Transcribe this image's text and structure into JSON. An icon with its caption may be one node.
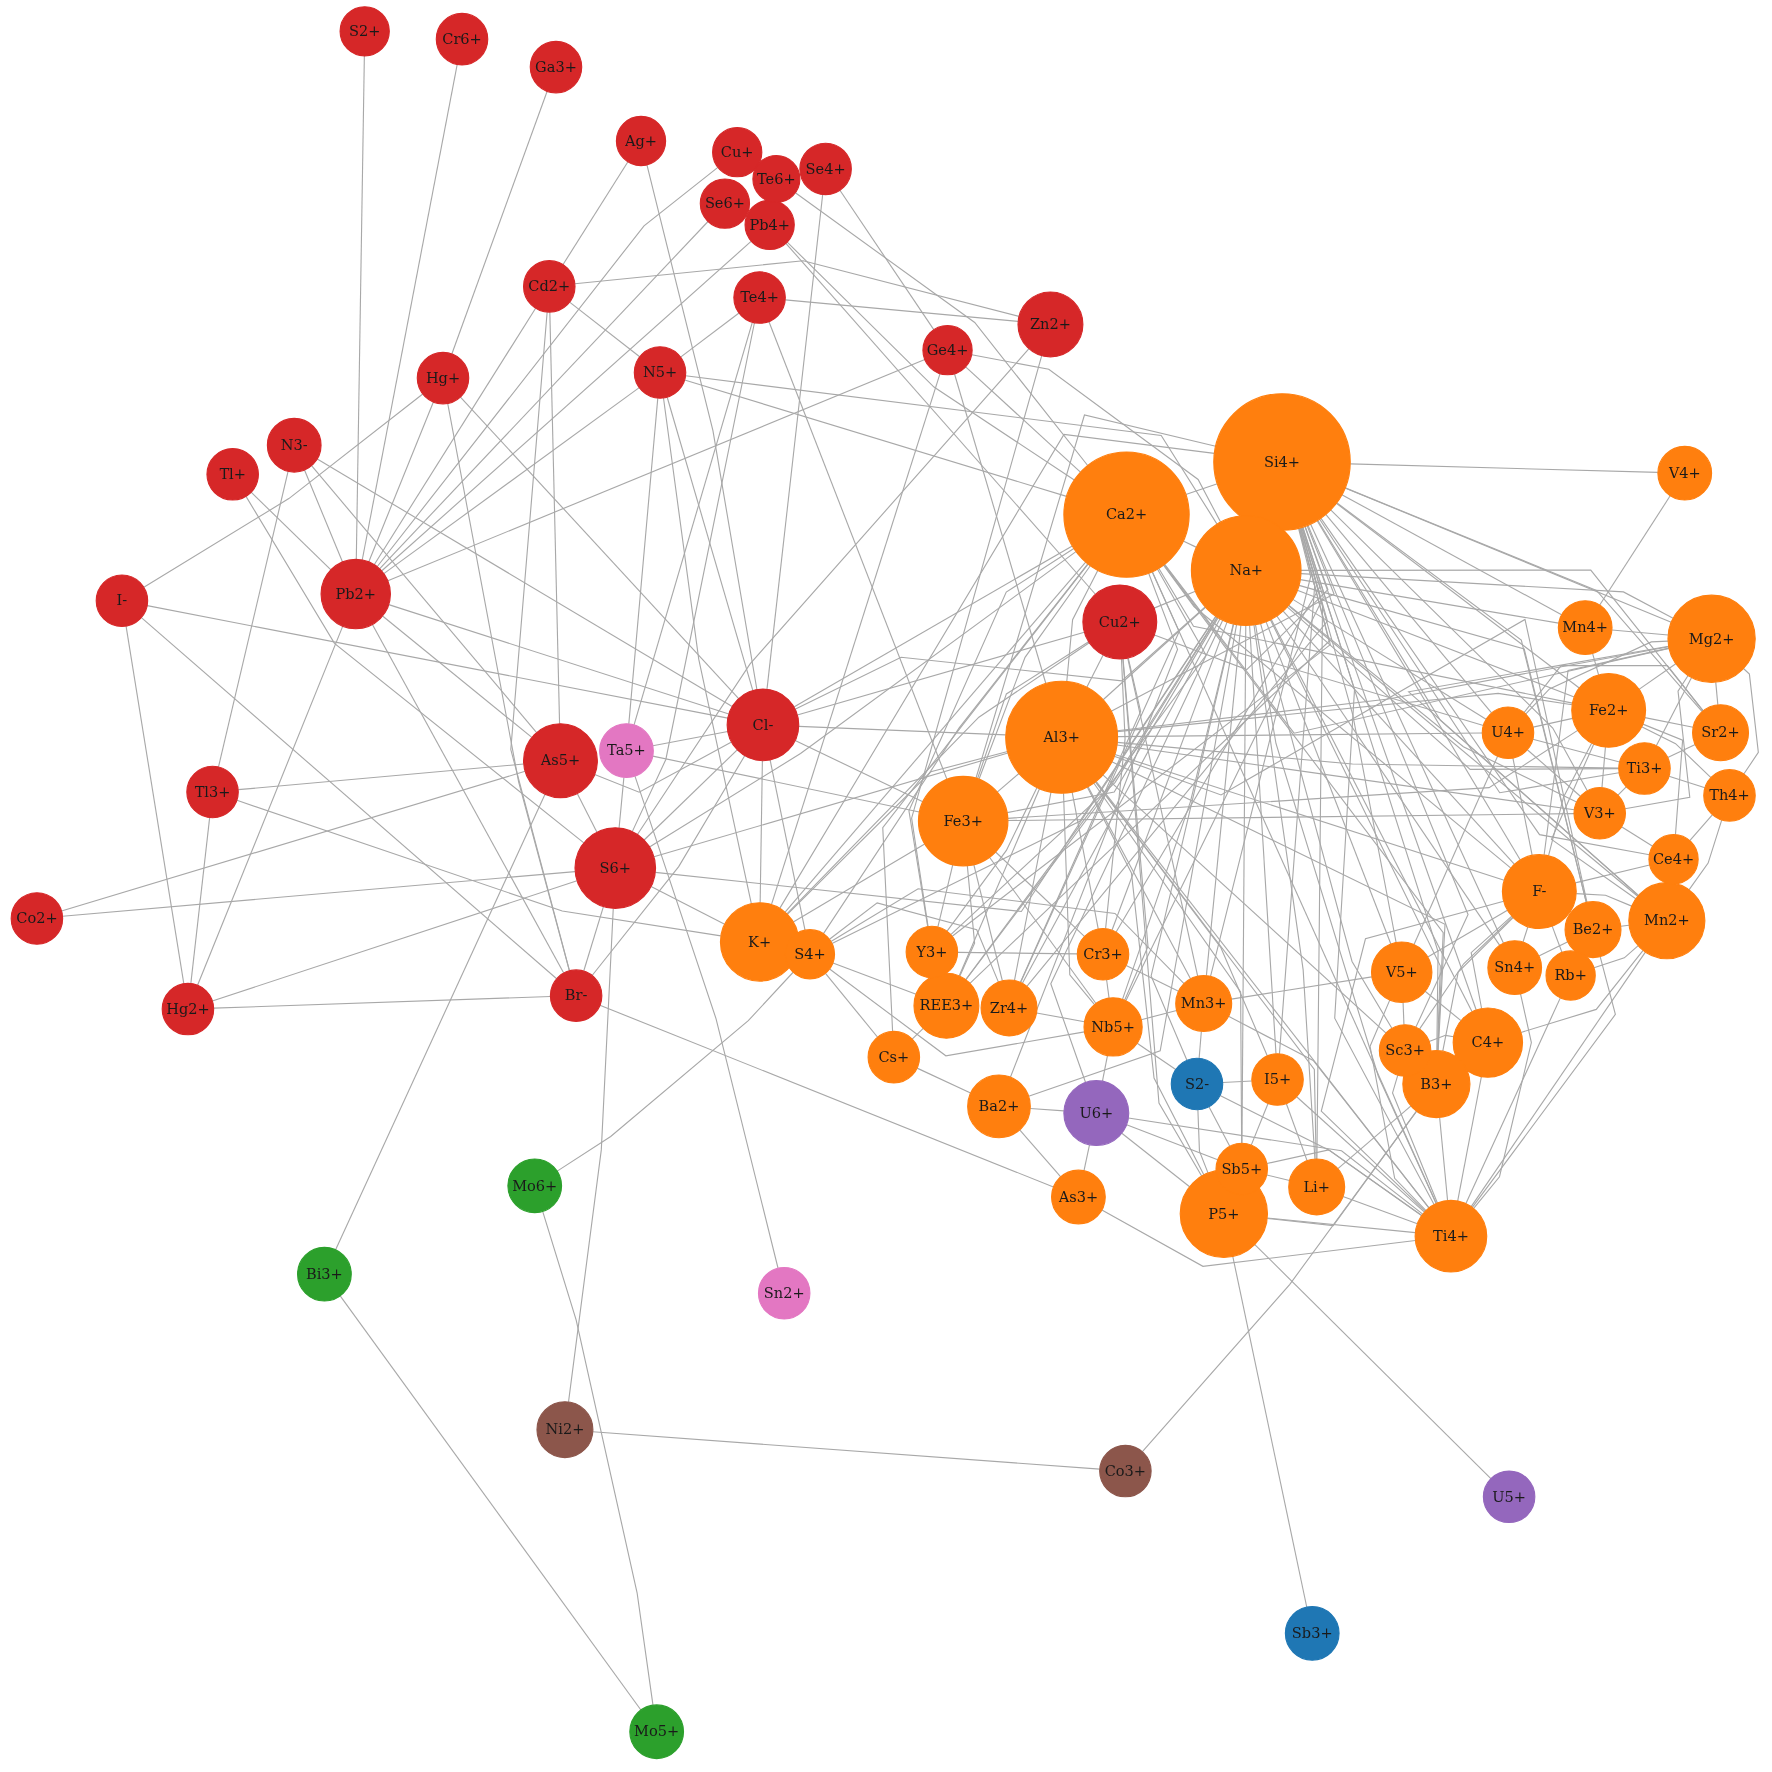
{
  "diagram": {
    "nodes": [
      {
        "text": [
          "S2+"
        ]
      },
      {
        "text": [
          "Cr6+"
        ]
      },
      {
        "text": [
          "Ga3+"
        ]
      },
      {
        "text": [
          "Ag+"
        ]
      },
      {
        "text": [
          "Cu+"
        ]
      },
      {
        "text": [
          "Se4+"
        ]
      },
      {
        "text": [
          "Te6+"
        ]
      },
      {
        "text": [
          "Se6+"
        ]
      },
      {
        "text": [
          "Pb4+"
        ]
      },
      {
        "text": [
          "Cd2+"
        ]
      },
      {
        "text": [
          "Te4+"
        ]
      },
      {
        "text": [
          "Zn2+"
        ]
      },
      {
        "text": [
          "Ge4+"
        ]
      },
      {
        "text": [
          "N5+"
        ]
      },
      {
        "text": [
          "Hg+"
        ]
      },
      {
        "text": [
          "N3-"
        ]
      },
      {
        "text": [
          "Si4+"
        ]
      },
      {
        "text": [
          "Tl+"
        ]
      },
      {
        "text": [
          "V4+"
        ]
      },
      {
        "text": [
          "Ca2+"
        ]
      },
      {
        "text": [
          "Na+"
        ]
      },
      {
        "text": [
          "I-"
        ]
      },
      {
        "text": [
          "Pb2+"
        ]
      },
      {
        "text": [
          "Cu2+"
        ]
      },
      {
        "text": [
          "Mn4+"
        ]
      },
      {
        "text": [
          "Mg2+"
        ]
      },
      {
        "text": [
          "Fe2+"
        ]
      },
      {
        "text": [
          "Cl-"
        ]
      },
      {
        "text": [
          "U4+"
        ]
      },
      {
        "text": [
          "Sr2+"
        ]
      },
      {
        "text": [
          "Al3+"
        ]
      },
      {
        "text": [
          "As5+"
        ]
      },
      {
        "text": [
          "Ta5+"
        ]
      },
      {
        "text": [
          "Ti3+"
        ]
      },
      {
        "text": [
          "Tl3+"
        ]
      },
      {
        "text": [
          "Th4+"
        ]
      },
      {
        "text": [
          "V3+"
        ]
      },
      {
        "text": [
          "Fe3+"
        ]
      },
      {
        "text": [
          "Ce4+"
        ]
      },
      {
        "text": [
          "S6+"
        ]
      },
      {
        "text": [
          "F-"
        ]
      },
      {
        "text": [
          "Co2+"
        ]
      },
      {
        "text": [
          "Mn2+"
        ]
      },
      {
        "text": [
          "Be2+"
        ]
      },
      {
        "text": [
          "K+"
        ]
      },
      {
        "text": [
          "S4+"
        ]
      },
      {
        "text": [
          "Y3+"
        ]
      },
      {
        "text": [
          "Cr3+"
        ]
      },
      {
        "text": [
          "V5+"
        ]
      },
      {
        "text": [
          "Sn4+"
        ]
      },
      {
        "text": [
          "Rb+"
        ]
      },
      {
        "text": [
          "Br-"
        ]
      },
      {
        "text": [
          "Hg2+"
        ]
      },
      {
        "text": [
          "REE3+"
        ]
      },
      {
        "text": [
          "Zr4+"
        ]
      },
      {
        "text": [
          "Mn3+"
        ]
      },
      {
        "text": [
          "Nb5+"
        ]
      },
      {
        "text": [
          "C4+"
        ]
      },
      {
        "text": [
          "Sc3+"
        ]
      },
      {
        "text": [
          "Cs+"
        ]
      },
      {
        "text": [
          "S2-"
        ]
      },
      {
        "text": [
          "I5+"
        ]
      },
      {
        "text": [
          "B3+"
        ]
      },
      {
        "text": [
          "Ba2+"
        ]
      },
      {
        "text": [
          "U6+"
        ]
      },
      {
        "text": [
          "Sb5+"
        ]
      },
      {
        "text": [
          "Mo6+"
        ]
      },
      {
        "text": [
          "Li+"
        ]
      },
      {
        "text": [
          "As3+"
        ]
      },
      {
        "text": [
          "P5+"
        ]
      },
      {
        "text": [
          "Ti4+"
        ]
      },
      {
        "text": [
          "Bi3+"
        ]
      },
      {
        "text": [
          "Sn2+"
        ]
      },
      {
        "text": [
          "Ni2+"
        ]
      },
      {
        "text": [
          "Co3+"
        ]
      },
      {
        "text": [
          "U5+"
        ]
      },
      {
        "text": [
          "Sb3+"
        ]
      },
      {
        "text": [
          "Mo5+"
        ]
      }
    ],
    "edges": [
      {
        "from": 0,
        "to": 22,
        "arrow": "none"
      },
      {
        "from": 1,
        "to": 22,
        "arrow": "none"
      },
      {
        "from": 2,
        "to": 14,
        "arrow": "none"
      },
      {
        "from": 3,
        "to": 9,
        "arrow": "none"
      },
      {
        "from": 3,
        "to": 27,
        "arrow": "none"
      },
      {
        "from": 4,
        "to": 22,
        "arrow": "none"
      },
      {
        "from": 7,
        "to": 22,
        "arrow": "none"
      },
      {
        "from": 8,
        "to": 22,
        "arrow": "none"
      },
      {
        "from": 5,
        "to": 12,
        "arrow": "none"
      },
      {
        "from": 5,
        "to": 27,
        "arrow": "none"
      },
      {
        "from": 9,
        "to": 22,
        "arrow": "none"
      },
      {
        "from": 9,
        "to": 11,
        "arrow": "none"
      },
      {
        "from": 9,
        "to": 13,
        "arrow": "none"
      },
      {
        "from": 9,
        "to": 31,
        "arrow": "none"
      },
      {
        "from": 9,
        "to": 51,
        "arrow": "none"
      },
      {
        "from": 10,
        "to": 11,
        "arrow": "none"
      },
      {
        "from": 10,
        "to": 13,
        "arrow": "none"
      },
      {
        "from": 10,
        "to": 37,
        "arrow": "none"
      },
      {
        "from": 10,
        "to": 39,
        "arrow": "none"
      },
      {
        "from": 10,
        "to": 32,
        "arrow": "none"
      },
      {
        "from": 11,
        "to": 39,
        "arrow": "none"
      },
      {
        "from": 11,
        "to": 46,
        "arrow": "none"
      },
      {
        "from": 12,
        "to": 22,
        "arrow": "none"
      },
      {
        "from": 12,
        "to": 44,
        "arrow": "none"
      },
      {
        "from": 12,
        "to": 19,
        "arrow": "none"
      },
      {
        "from": 12,
        "to": 20,
        "arrow": "none"
      },
      {
        "from": 12,
        "to": 30,
        "arrow": "none"
      },
      {
        "from": 13,
        "to": 22,
        "arrow": "none"
      },
      {
        "from": 13,
        "to": 27,
        "arrow": "none"
      },
      {
        "from": 13,
        "to": 19,
        "arrow": "none"
      },
      {
        "from": 13,
        "to": 20,
        "arrow": "none"
      },
      {
        "from": 13,
        "to": 32,
        "arrow": "none"
      },
      {
        "from": 13,
        "to": 44,
        "arrow": "none"
      },
      {
        "from": 14,
        "to": 22,
        "arrow": "none"
      },
      {
        "from": 14,
        "to": 51,
        "arrow": "none"
      },
      {
        "from": 14,
        "to": 27,
        "arrow": "none"
      },
      {
        "from": 21,
        "to": 14,
        "arrow": "none"
      },
      {
        "from": 15,
        "to": 22,
        "arrow": "none"
      },
      {
        "from": 15,
        "to": 34,
        "arrow": "none"
      },
      {
        "from": 15,
        "to": 27,
        "arrow": "none"
      },
      {
        "from": 15,
        "to": 31,
        "arrow": "none"
      },
      {
        "from": 17,
        "to": 22,
        "arrow": "none"
      },
      {
        "from": 17,
        "to": 39,
        "arrow": "none"
      },
      {
        "from": 21,
        "to": 52,
        "arrow": "none"
      },
      {
        "from": 21,
        "to": 51,
        "arrow": "none"
      },
      {
        "from": 21,
        "to": 27,
        "arrow": "none"
      },
      {
        "from": 22,
        "to": 52,
        "arrow": "none"
      },
      {
        "from": 22,
        "to": 51,
        "arrow": "none"
      },
      {
        "from": 22,
        "to": 31,
        "arrow": "none"
      },
      {
        "from": 22,
        "to": 27,
        "arrow": "none"
      },
      {
        "from": 34,
        "to": 52,
        "arrow": "none"
      },
      {
        "from": 34,
        "to": 31,
        "arrow": "none"
      },
      {
        "from": 34,
        "to": 44,
        "arrow": "none"
      },
      {
        "from": 41,
        "to": 31,
        "arrow": "none"
      },
      {
        "from": 41,
        "to": 39,
        "arrow": "none"
      },
      {
        "from": 52,
        "to": 51,
        "arrow": "none"
      },
      {
        "from": 52,
        "to": 39,
        "arrow": "none"
      },
      {
        "from": 51,
        "to": 27,
        "arrow": "none"
      },
      {
        "from": 51,
        "to": 39,
        "arrow": "none"
      },
      {
        "from": 51,
        "to": 68,
        "arrow": "none"
      },
      {
        "from": 31,
        "to": 39,
        "arrow": "none"
      },
      {
        "from": 31,
        "to": 27,
        "arrow": "none"
      },
      {
        "from": 31,
        "to": 71,
        "arrow": "none"
      },
      {
        "from": 32,
        "to": 27,
        "arrow": "none"
      },
      {
        "from": 32,
        "to": 39,
        "arrow": "none"
      },
      {
        "from": 32,
        "to": 72,
        "arrow": "none"
      },
      {
        "from": 32,
        "to": 37,
        "arrow": "none"
      },
      {
        "from": 39,
        "to": 73,
        "arrow": "none"
      },
      {
        "from": 39,
        "to": 19,
        "arrow": "none"
      },
      {
        "from": 39,
        "to": 20,
        "arrow": "none"
      },
      {
        "from": 39,
        "to": 30,
        "arrow": "none"
      },
      {
        "from": 39,
        "to": 44,
        "arrow": "none"
      },
      {
        "from": 27,
        "to": 39,
        "arrow": "none"
      },
      {
        "from": 27,
        "to": 19,
        "arrow": "none"
      },
      {
        "from": 27,
        "to": 20,
        "arrow": "none"
      },
      {
        "from": 27,
        "to": 23,
        "arrow": "none"
      },
      {
        "from": 27,
        "to": 30,
        "arrow": "none"
      },
      {
        "from": 27,
        "to": 44,
        "arrow": "none"
      },
      {
        "from": 27,
        "to": 45,
        "arrow": "none"
      },
      {
        "from": 27,
        "to": 37,
        "arrow": "none"
      },
      {
        "from": 8,
        "to": 19,
        "arrow": "none"
      },
      {
        "from": 8,
        "to": 23,
        "arrow": "none"
      },
      {
        "from": 6,
        "to": 19,
        "arrow": "none"
      },
      {
        "from": 66,
        "to": 45,
        "arrow": "none"
      },
      {
        "from": 66,
        "to": 77,
        "arrow": "none"
      },
      {
        "from": 71,
        "to": 77,
        "arrow": "none"
      },
      {
        "from": 73,
        "to": 74,
        "arrow": "none"
      },
      {
        "from": 74,
        "to": 62,
        "arrow": "none"
      },
      {
        "from": 69,
        "to": 76,
        "arrow": "none"
      },
      {
        "from": 69,
        "to": 75,
        "arrow": "none"
      },
      {
        "from": 23,
        "to": 20,
        "arrow": "none"
      },
      {
        "from": 23,
        "to": 30,
        "arrow": "none"
      },
      {
        "from": 16,
        "to": 23,
        "arrow": "none"
      },
      {
        "from": 23,
        "to": 44,
        "arrow": "none"
      },
      {
        "from": 23,
        "to": 37,
        "arrow": "none"
      },
      {
        "from": 23,
        "to": 47,
        "arrow": "none"
      },
      {
        "from": 23,
        "to": 54,
        "arrow": "none"
      },
      {
        "from": 23,
        "to": 56,
        "arrow": "none"
      },
      {
        "from": 23,
        "to": 55,
        "arrow": "none"
      },
      {
        "from": 23,
        "to": 69,
        "arrow": "none"
      },
      {
        "from": 44,
        "to": 19,
        "arrow": "none"
      },
      {
        "from": 44,
        "to": 30,
        "arrow": "none"
      },
      {
        "from": 16,
        "to": 44,
        "arrow": "none"
      },
      {
        "from": 44,
        "to": 37,
        "arrow": "none"
      },
      {
        "from": 45,
        "to": 59,
        "arrow": "none"
      },
      {
        "from": 45,
        "to": 53,
        "arrow": "none"
      },
      {
        "from": 45,
        "to": 54,
        "arrow": "none"
      },
      {
        "from": 45,
        "to": 56,
        "arrow": "none"
      },
      {
        "from": 45,
        "to": 20,
        "arrow": "none"
      },
      {
        "from": 45,
        "to": 19,
        "arrow": "none"
      },
      {
        "from": 45,
        "to": 55,
        "arrow": "none"
      },
      {
        "from": 16,
        "to": 19,
        "arrow": "none"
      },
      {
        "from": 16,
        "to": 18,
        "arrow": "none"
      },
      {
        "from": 16,
        "to": 24,
        "arrow": "none"
      },
      {
        "from": 16,
        "to": 25,
        "arrow": "none"
      },
      {
        "from": 16,
        "to": 26,
        "arrow": "none"
      },
      {
        "from": 16,
        "to": 28,
        "arrow": "none"
      },
      {
        "from": 16,
        "to": 29,
        "arrow": "none"
      },
      {
        "from": 16,
        "to": 30,
        "arrow": "none"
      },
      {
        "from": 16,
        "to": 33,
        "arrow": "none"
      },
      {
        "from": 16,
        "to": 36,
        "arrow": "none"
      },
      {
        "from": 16,
        "to": 38,
        "arrow": "none"
      },
      {
        "from": 16,
        "to": 40,
        "arrow": "none"
      },
      {
        "from": 16,
        "to": 42,
        "arrow": "none"
      },
      {
        "from": 16,
        "to": 43,
        "arrow": "none"
      },
      {
        "from": 16,
        "to": 49,
        "arrow": "none"
      },
      {
        "from": 16,
        "to": 48,
        "arrow": "none"
      },
      {
        "from": 16,
        "to": 46,
        "arrow": "none"
      },
      {
        "from": 16,
        "to": 47,
        "arrow": "none"
      },
      {
        "from": 16,
        "to": 53,
        "arrow": "none"
      },
      {
        "from": 16,
        "to": 54,
        "arrow": "none"
      },
      {
        "from": 16,
        "to": 56,
        "arrow": "none"
      },
      {
        "from": 16,
        "to": 55,
        "arrow": "none"
      },
      {
        "from": 16,
        "to": 57,
        "arrow": "none"
      },
      {
        "from": 16,
        "to": 58,
        "arrow": "none"
      },
      {
        "from": 16,
        "to": 62,
        "arrow": "none"
      },
      {
        "from": 16,
        "to": 70,
        "arrow": "none"
      },
      {
        "from": 16,
        "to": 67,
        "arrow": "none"
      },
      {
        "from": 16,
        "to": 61,
        "arrow": "none"
      },
      {
        "from": 16,
        "to": 37,
        "arrow": "none"
      },
      {
        "from": 20,
        "to": 19,
        "arrow": "none"
      },
      {
        "from": 20,
        "to": 30,
        "arrow": "none"
      },
      {
        "from": 20,
        "to": 37,
        "arrow": "none"
      },
      {
        "from": 20,
        "to": 46,
        "arrow": "none"
      },
      {
        "from": 20,
        "to": 53,
        "arrow": "none"
      },
      {
        "from": 20,
        "to": 54,
        "arrow": "none"
      },
      {
        "from": 20,
        "to": 47,
        "arrow": "none"
      },
      {
        "from": 20,
        "to": 56,
        "arrow": "none"
      },
      {
        "from": 20,
        "to": 55,
        "arrow": "none"
      },
      {
        "from": 20,
        "to": 63,
        "arrow": "none"
      },
      {
        "from": 20,
        "to": 64,
        "arrow": "none"
      },
      {
        "from": 20,
        "to": 60,
        "arrow": "none"
      },
      {
        "from": 20,
        "to": 61,
        "arrow": "none"
      },
      {
        "from": 20,
        "to": 65,
        "arrow": "none"
      },
      {
        "from": 20,
        "to": 67,
        "arrow": "none"
      },
      {
        "from": 20,
        "to": 70,
        "arrow": "none"
      },
      {
        "from": 20,
        "to": 62,
        "arrow": "none"
      },
      {
        "from": 20,
        "to": 58,
        "arrow": "none"
      },
      {
        "from": 20,
        "to": 57,
        "arrow": "none"
      },
      {
        "from": 20,
        "to": 48,
        "arrow": "none"
      },
      {
        "from": 20,
        "to": 49,
        "arrow": "none"
      },
      {
        "from": 20,
        "to": 43,
        "arrow": "none"
      },
      {
        "from": 20,
        "to": 40,
        "arrow": "none"
      },
      {
        "from": 20,
        "to": 42,
        "arrow": "none"
      },
      {
        "from": 20,
        "to": 26,
        "arrow": "none"
      },
      {
        "from": 20,
        "to": 25,
        "arrow": "none"
      },
      {
        "from": 20,
        "to": 24,
        "arrow": "none"
      },
      {
        "from": 20,
        "to": 28,
        "arrow": "none"
      },
      {
        "from": 20,
        "to": 36,
        "arrow": "none"
      },
      {
        "from": 20,
        "to": 33,
        "arrow": "none"
      },
      {
        "from": 20,
        "to": 29,
        "arrow": "none"
      },
      {
        "from": 19,
        "to": 30,
        "arrow": "none"
      },
      {
        "from": 19,
        "to": 37,
        "arrow": "none"
      },
      {
        "from": 19,
        "to": 25,
        "arrow": "none"
      },
      {
        "from": 19,
        "to": 26,
        "arrow": "none"
      },
      {
        "from": 19,
        "to": 40,
        "arrow": "none"
      },
      {
        "from": 19,
        "to": 63,
        "arrow": "none"
      },
      {
        "from": 19,
        "to": 70,
        "arrow": "none"
      },
      {
        "from": 19,
        "to": 62,
        "arrow": "none"
      },
      {
        "from": 19,
        "to": 46,
        "arrow": "none"
      },
      {
        "from": 19,
        "to": 53,
        "arrow": "none"
      },
      {
        "from": 19,
        "to": 54,
        "arrow": "none"
      },
      {
        "from": 19,
        "to": 59,
        "arrow": "none"
      },
      {
        "from": 19,
        "to": 28,
        "arrow": "none"
      },
      {
        "from": 30,
        "to": 37,
        "arrow": "none"
      },
      {
        "from": 30,
        "to": 46,
        "arrow": "none"
      },
      {
        "from": 30,
        "to": 47,
        "arrow": "none"
      },
      {
        "from": 30,
        "to": 53,
        "arrow": "none"
      },
      {
        "from": 30,
        "to": 54,
        "arrow": "none"
      },
      {
        "from": 30,
        "to": 56,
        "arrow": "none"
      },
      {
        "from": 30,
        "to": 55,
        "arrow": "none"
      },
      {
        "from": 30,
        "to": 26,
        "arrow": "none"
      },
      {
        "from": 30,
        "to": 25,
        "arrow": "none"
      },
      {
        "from": 30,
        "to": 28,
        "arrow": "none"
      },
      {
        "from": 30,
        "to": 36,
        "arrow": "none"
      },
      {
        "from": 30,
        "to": 33,
        "arrow": "none"
      },
      {
        "from": 30,
        "to": 40,
        "arrow": "none"
      },
      {
        "from": 30,
        "to": 43,
        "arrow": "none"
      },
      {
        "from": 30,
        "to": 70,
        "arrow": "none"
      },
      {
        "from": 30,
        "to": 69,
        "arrow": "none"
      },
      {
        "from": 30,
        "to": 62,
        "arrow": "none"
      },
      {
        "from": 30,
        "to": 67,
        "arrow": "none"
      },
      {
        "from": 30,
        "to": 65,
        "arrow": "none"
      },
      {
        "from": 30,
        "to": 61,
        "arrow": "none"
      },
      {
        "from": 30,
        "to": 58,
        "arrow": "none"
      },
      {
        "from": 37,
        "to": 46,
        "arrow": "none"
      },
      {
        "from": 37,
        "to": 53,
        "arrow": "none"
      },
      {
        "from": 37,
        "to": 54,
        "arrow": "none"
      },
      {
        "from": 37,
        "to": 26,
        "arrow": "none"
      },
      {
        "from": 37,
        "to": 36,
        "arrow": "none"
      },
      {
        "from": 37,
        "to": 47,
        "arrow": "none"
      },
      {
        "from": 37,
        "to": 56,
        "arrow": "none"
      },
      {
        "from": 26,
        "to": 25,
        "arrow": "none"
      },
      {
        "from": 26,
        "to": 29,
        "arrow": "none"
      },
      {
        "from": 26,
        "to": 36,
        "arrow": "none"
      },
      {
        "from": 26,
        "to": 28,
        "arrow": "none"
      },
      {
        "from": 26,
        "to": 24,
        "arrow": "none"
      },
      {
        "from": 26,
        "to": 42,
        "arrow": "none"
      },
      {
        "from": 26,
        "to": 40,
        "arrow": "none"
      },
      {
        "from": 26,
        "to": 38,
        "arrow": "none"
      },
      {
        "from": 26,
        "to": 35,
        "arrow": "none"
      },
      {
        "from": 25,
        "to": 29,
        "arrow": "none"
      },
      {
        "from": 25,
        "to": 33,
        "arrow": "none"
      },
      {
        "from": 25,
        "to": 35,
        "arrow": "none"
      },
      {
        "from": 25,
        "to": 36,
        "arrow": "none"
      },
      {
        "from": 25,
        "to": 42,
        "arrow": "none"
      },
      {
        "from": 25,
        "to": 40,
        "arrow": "none"
      },
      {
        "from": 25,
        "to": 28,
        "arrow": "none"
      },
      {
        "from": 25,
        "to": 24,
        "arrow": "none"
      },
      {
        "from": 28,
        "to": 33,
        "arrow": "none"
      },
      {
        "from": 28,
        "to": 36,
        "arrow": "none"
      },
      {
        "from": 28,
        "to": 40,
        "arrow": "none"
      },
      {
        "from": 28,
        "to": 48,
        "arrow": "none"
      },
      {
        "from": 28,
        "to": 29,
        "arrow": "none"
      },
      {
        "from": 70,
        "to": 42,
        "arrow": "none"
      },
      {
        "from": 70,
        "to": 43,
        "arrow": "none"
      },
      {
        "from": 70,
        "to": 50,
        "arrow": "none"
      },
      {
        "from": 70,
        "to": 49,
        "arrow": "none"
      },
      {
        "from": 70,
        "to": 57,
        "arrow": "none"
      },
      {
        "from": 70,
        "to": 58,
        "arrow": "none"
      },
      {
        "from": 70,
        "to": 62,
        "arrow": "none"
      },
      {
        "from": 70,
        "to": 67,
        "arrow": "none"
      },
      {
        "from": 70,
        "to": 65,
        "arrow": "none"
      },
      {
        "from": 70,
        "to": 69,
        "arrow": "none"
      },
      {
        "from": 70,
        "to": 61,
        "arrow": "none"
      },
      {
        "from": 70,
        "to": 60,
        "arrow": "none"
      },
      {
        "from": 70,
        "to": 55,
        "arrow": "none"
      },
      {
        "from": 70,
        "to": 64,
        "arrow": "none"
      },
      {
        "from": 70,
        "to": 68,
        "arrow": "none"
      },
      {
        "from": 70,
        "to": 48,
        "arrow": "none"
      },
      {
        "from": 70,
        "to": 40,
        "arrow": "none"
      },
      {
        "from": 40,
        "to": 42,
        "arrow": "none"
      },
      {
        "from": 40,
        "to": 50,
        "arrow": "none"
      },
      {
        "from": 40,
        "to": 49,
        "arrow": "none"
      },
      {
        "from": 40,
        "to": 48,
        "arrow": "none"
      },
      {
        "from": 40,
        "to": 57,
        "arrow": "none"
      },
      {
        "from": 40,
        "to": 58,
        "arrow": "none"
      },
      {
        "from": 40,
        "to": 62,
        "arrow": "none"
      },
      {
        "from": 40,
        "to": 38,
        "arrow": "none"
      },
      {
        "from": 42,
        "to": 43,
        "arrow": "none"
      },
      {
        "from": 42,
        "to": 50,
        "arrow": "none"
      },
      {
        "from": 42,
        "to": 35,
        "arrow": "none"
      },
      {
        "from": 42,
        "to": 57,
        "arrow": "none"
      },
      {
        "from": 43,
        "to": 49,
        "arrow": "none"
      },
      {
        "from": 57,
        "to": 58,
        "arrow": "none"
      },
      {
        "from": 48,
        "to": 57,
        "arrow": "none"
      },
      {
        "from": 48,
        "to": 58,
        "arrow": "none"
      },
      {
        "from": 54,
        "to": 56,
        "arrow": "none"
      },
      {
        "from": 56,
        "to": 55,
        "arrow": "none"
      },
      {
        "from": 53,
        "to": 59,
        "arrow": "none"
      },
      {
        "from": 59,
        "to": 63,
        "arrow": "none"
      },
      {
        "from": 63,
        "to": 68,
        "arrow": "none"
      },
      {
        "from": 64,
        "to": 68,
        "arrow": "none"
      },
      {
        "from": 64,
        "to": 56,
        "arrow": "none"
      },
      {
        "from": 64,
        "to": 63,
        "arrow": "none"
      },
      {
        "from": 64,
        "to": 69,
        "arrow": "none"
      },
      {
        "from": 64,
        "to": 65,
        "arrow": "none"
      },
      {
        "from": 60,
        "to": 55,
        "arrow": "none"
      },
      {
        "from": 60,
        "to": 56,
        "arrow": "none"
      },
      {
        "from": 60,
        "to": 69,
        "arrow": "none"
      },
      {
        "from": 60,
        "to": 65,
        "arrow": "none"
      },
      {
        "from": 60,
        "to": 61,
        "arrow": "none"
      },
      {
        "from": 61,
        "to": 65,
        "arrow": "none"
      },
      {
        "from": 61,
        "to": 67,
        "arrow": "none"
      },
      {
        "from": 65,
        "to": 67,
        "arrow": "none"
      },
      {
        "from": 67,
        "to": 62,
        "arrow": "none"
      },
      {
        "from": 69,
        "to": 62,
        "arrow": "none"
      },
      {
        "from": 55,
        "to": 47,
        "arrow": "none"
      },
      {
        "from": 47,
        "to": 56,
        "arrow": "none"
      },
      {
        "from": 47,
        "to": 46,
        "arrow": "none"
      },
      {
        "from": 55,
        "to": 48,
        "arrow": "none"
      },
      {
        "from": 36,
        "to": 33,
        "arrow": "none"
      },
      {
        "from": 36,
        "to": 38,
        "arrow": "none"
      },
      {
        "from": 33,
        "to": 29,
        "arrow": "none"
      },
      {
        "from": 33,
        "to": 35,
        "arrow": "none"
      },
      {
        "from": 35,
        "to": 38,
        "arrow": "none"
      },
      {
        "from": 18,
        "to": 24,
        "arrow": "none"
      }
    ]
  }
}
